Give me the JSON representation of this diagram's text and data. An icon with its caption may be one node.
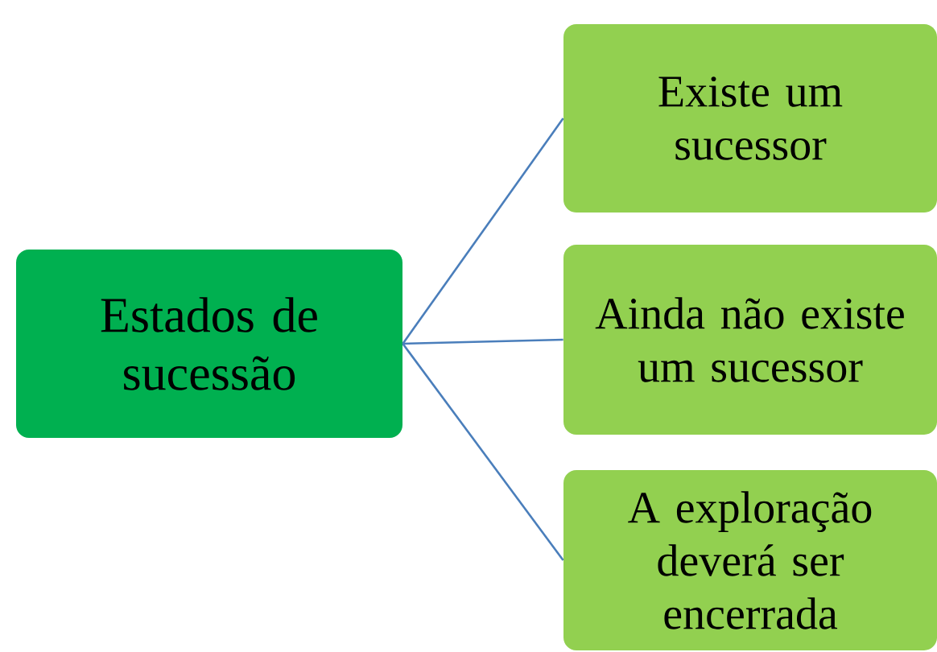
{
  "diagram": {
    "nodes": [
      {
        "text": [
          "Estados de sucessão"
        ]
      },
      {
        "text": [
          "Existe um sucessor"
        ]
      },
      {
        "text": [
          "Ainda não existe um sucessor"
        ]
      },
      {
        "text": [
          "A exploração deverá ser encerrada"
        ]
      }
    ],
    "edges": [
      {
        "from": 0,
        "to": 1,
        "arrow": "none"
      },
      {
        "from": 0,
        "to": 2,
        "arrow": "none"
      },
      {
        "from": 0,
        "to": 3,
        "arrow": "none"
      }
    ]
  }
}
